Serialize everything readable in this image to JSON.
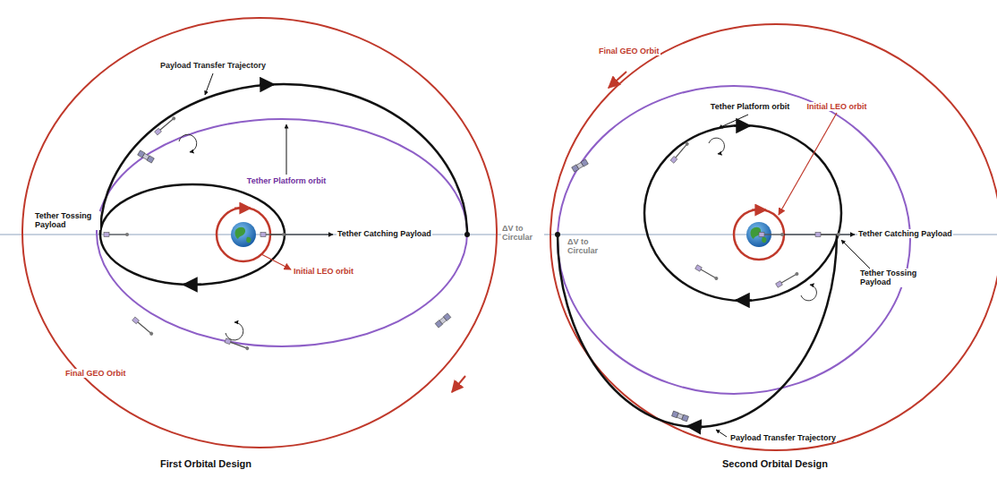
{
  "diagram": {
    "labels": [
      "Payload Transfer Trajectory",
      "Tether Platform orbit",
      "Tether Tossing Payload",
      "Tether Catching Payload",
      "ΔV to Circular",
      "Initial LEO orbit",
      "Final GEO Orbit",
      "First Orbital Design",
      "Final GEO Orbit",
      "Tether Platform orbit",
      "Initial LEO orbit",
      "Tether Catching Payload",
      "ΔV to Circular",
      "Tether Tossing Payload",
      "Payload Transfer Trajectory",
      "Second Orbital Design"
    ]
  }
}
